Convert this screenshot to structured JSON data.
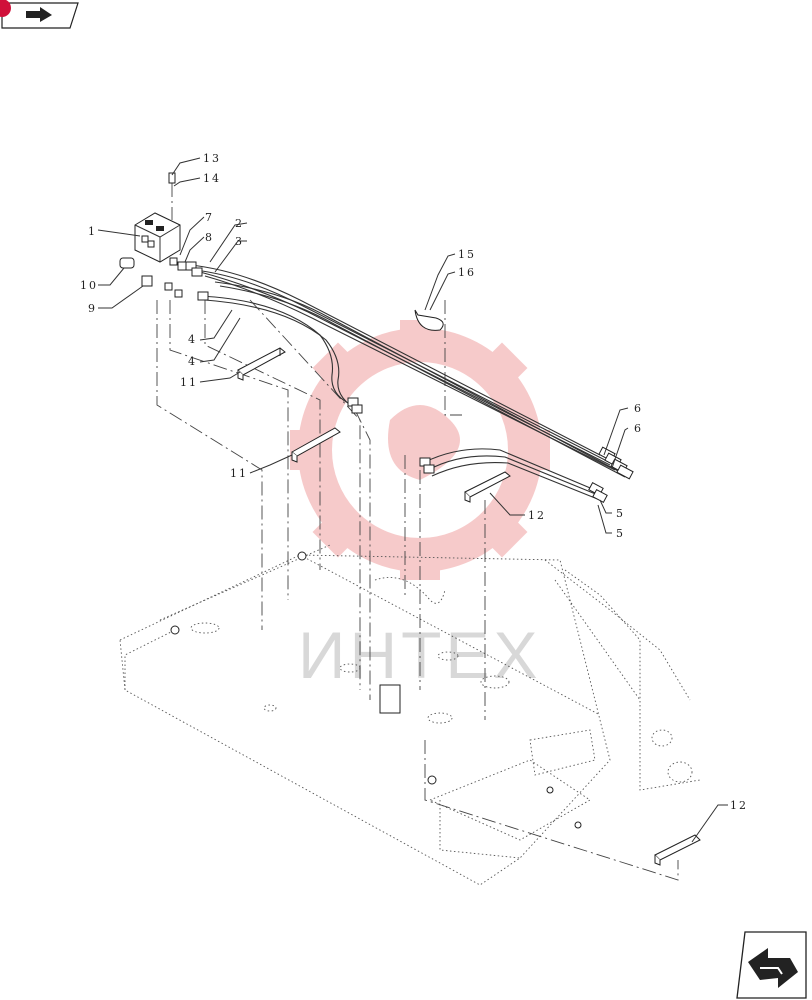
{
  "callouts": {
    "c1": "1",
    "c2": "2",
    "c3": "3",
    "c4a": "4",
    "c4b": "4",
    "c5a": "5",
    "c5b": "5",
    "c6a": "6",
    "c6b": "6",
    "c7": "7",
    "c8": "8",
    "c9": "9",
    "c10": "10",
    "c11a": "11",
    "c11b": "11",
    "c12a": "12",
    "c12b": "12",
    "c13": "13",
    "c14": "14",
    "c15": "15",
    "c16": "16"
  },
  "watermark": {
    "text": "ИНТЕХ",
    "color": "#f2b8b8"
  },
  "colors": {
    "nav_badge": "#d0103a",
    "line": "#333333"
  },
  "icons": {
    "nav_top": "arrow-icon",
    "nav_bottom": "arrow-icon"
  }
}
